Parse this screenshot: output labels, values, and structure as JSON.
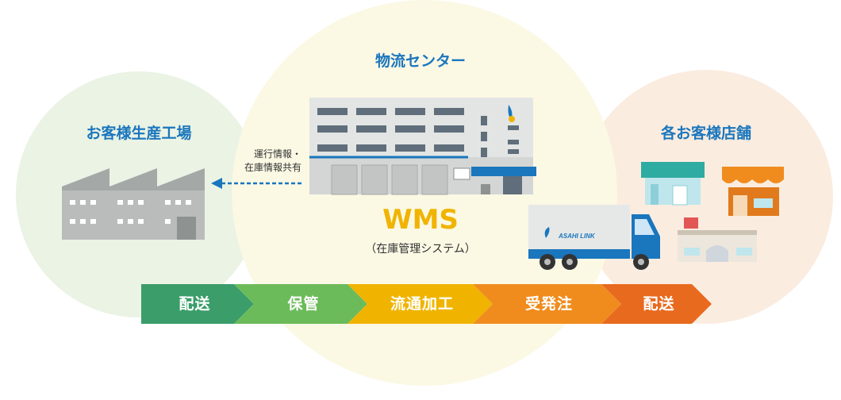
{
  "labels": {
    "factory": "お客様生産工場",
    "center": "物流センター",
    "stores": "各お客様店舗",
    "wms": "WMS",
    "wms_sub": "（在庫管理システム）",
    "info_line1": "運行情報・",
    "info_line2": "在庫情報共有",
    "truck_logo": "ASAHI LINK"
  },
  "flow": [
    {
      "label": "配送",
      "color": "#3a9d6a"
    },
    {
      "label": "保管",
      "color": "#6cbb5a"
    },
    {
      "label": "流通加工",
      "color": "#f0b400"
    },
    {
      "label": "受発注",
      "color": "#f08c1e"
    },
    {
      "label": "配送",
      "color": "#e86a1e"
    }
  ],
  "colors": {
    "title_blue": "#1a76bd",
    "left_circle": "#eaf3e4",
    "center_circle": "#fbf8e4",
    "right_circle": "#fbece0"
  }
}
